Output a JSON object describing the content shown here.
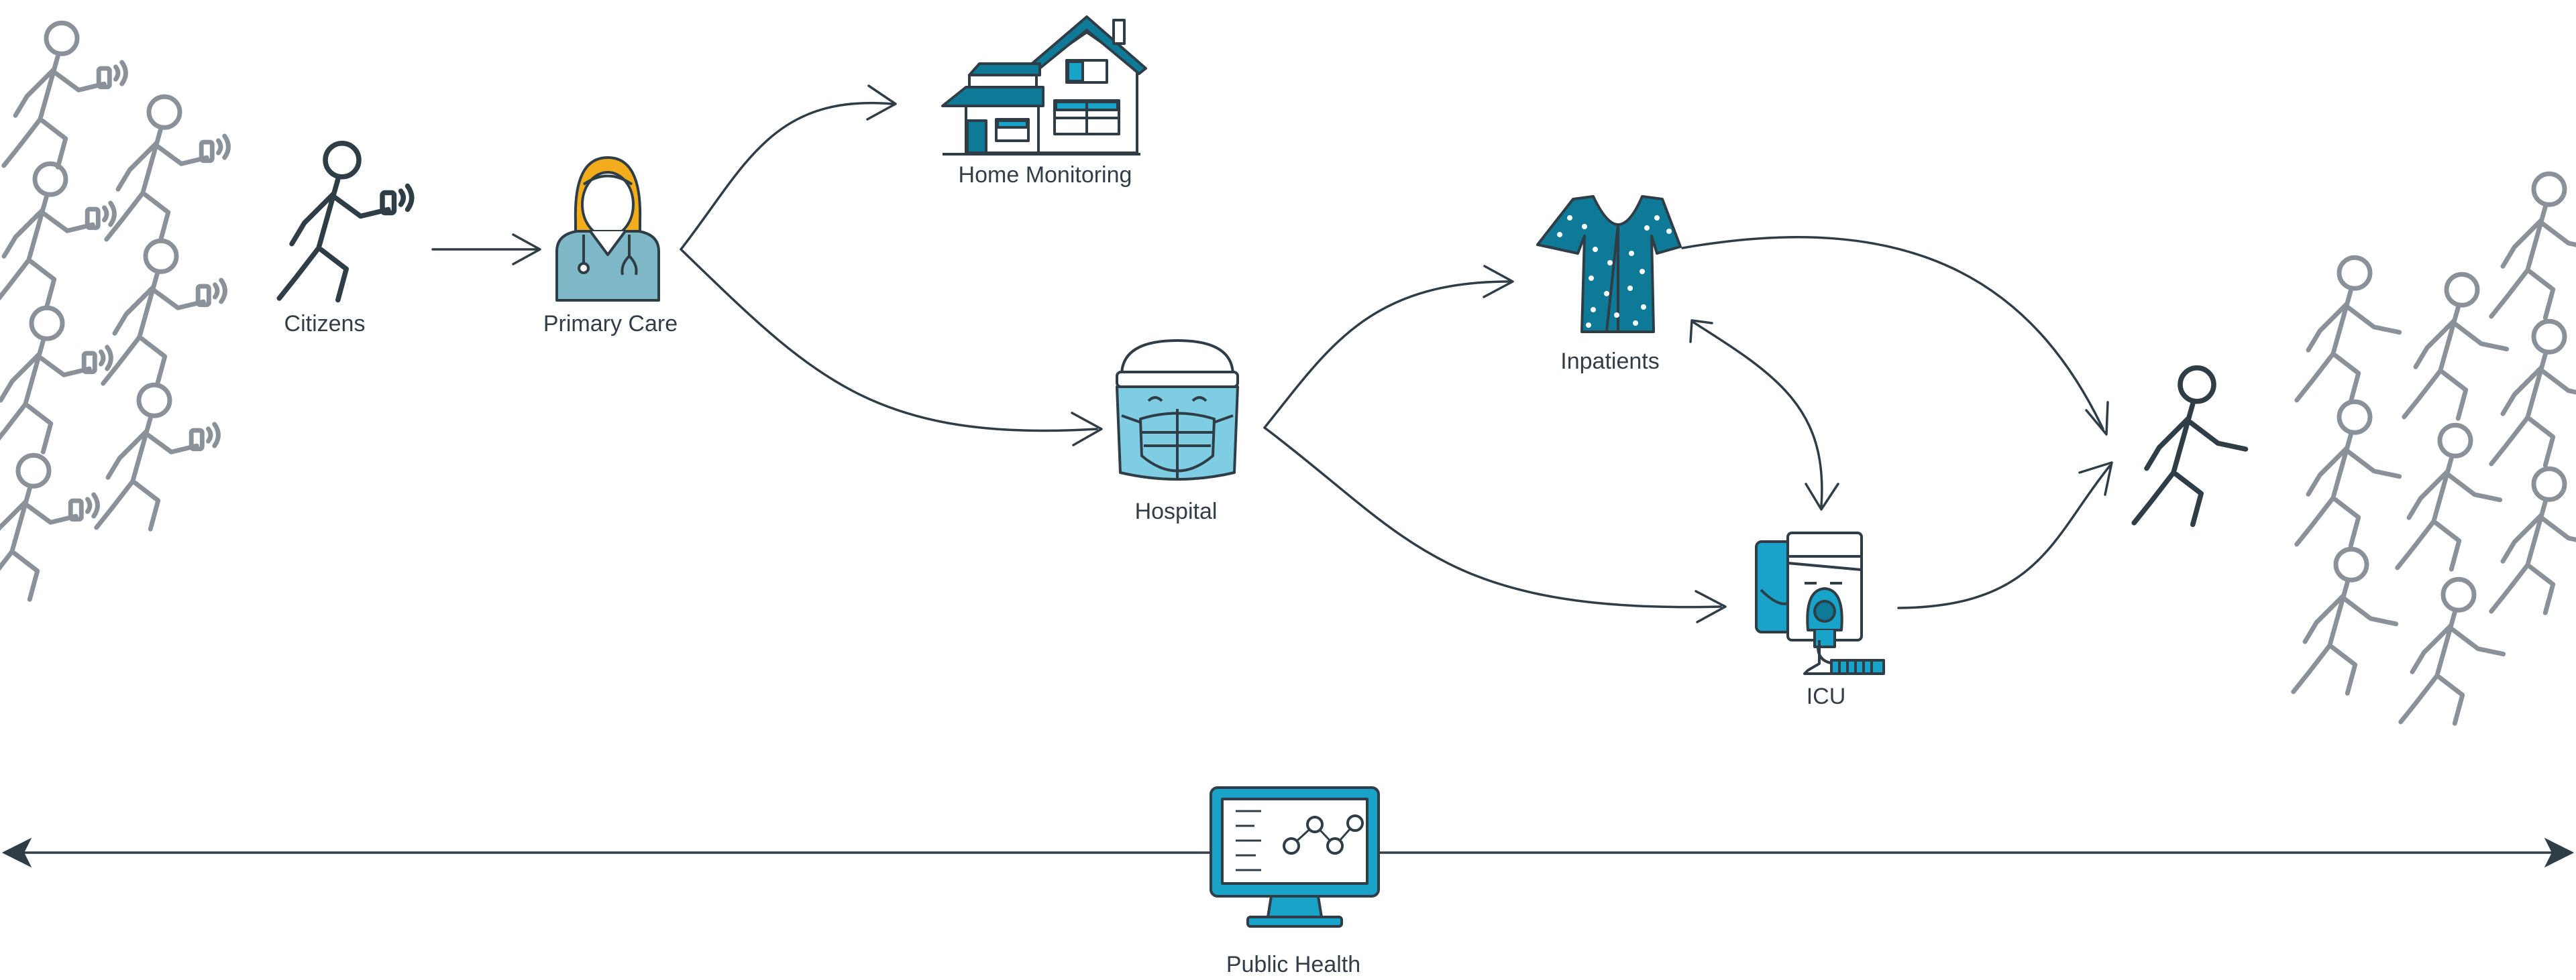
{
  "colors": {
    "ink": "#2f3d47",
    "crowd": "#8a9199",
    "teal": "#0e7a97",
    "blue": "#1aa3c9",
    "light_blue": "#7fcde3",
    "scrub": "#7fb9c8",
    "hair": "#f2ac1c"
  },
  "nodes": {
    "citizens": {
      "label": "Citizens",
      "icon": "walking-person-phone-icon"
    },
    "primary_care": {
      "label": "Primary Care",
      "icon": "doctor-icon"
    },
    "home_monitoring": {
      "label": "Home Monitoring",
      "icon": "house-icon"
    },
    "hospital": {
      "label": "Hospital",
      "icon": "face-shield-mask-icon"
    },
    "inpatients": {
      "label": "Inpatients",
      "icon": "hospital-gown-icon"
    },
    "icu": {
      "label": "ICU",
      "icon": "ventilator-monitor-icon"
    },
    "recovered": {
      "icon": "walking-person-icon"
    },
    "public_health": {
      "label": "Public Health",
      "icon": "monitor-chart-icon"
    }
  },
  "crowds": {
    "left": {
      "icon": "walking-person-phone-icon"
    },
    "right": {
      "icon": "walking-person-icon"
    }
  }
}
